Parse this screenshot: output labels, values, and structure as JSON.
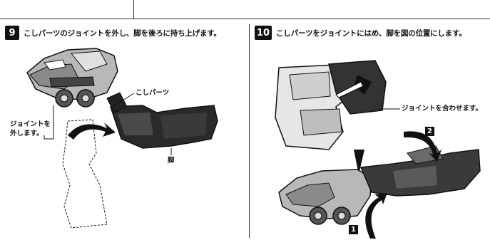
{
  "step9": {
    "number": "9",
    "instruction": "こしパーツのジョイントを外し、脚を後ろに持ち上げます。",
    "label_waist": "こしパーツ",
    "label_joint_line1": "ジョイントを",
    "label_joint_line2": "外します。",
    "label_leg": "脚"
  },
  "step10": {
    "number": "10",
    "instruction": "こしパーツをジョイントにはめ、脚を図の位置にします。",
    "label_joint": "ジョイントを合わせます。",
    "marker_1": "1",
    "marker_2": "2"
  }
}
